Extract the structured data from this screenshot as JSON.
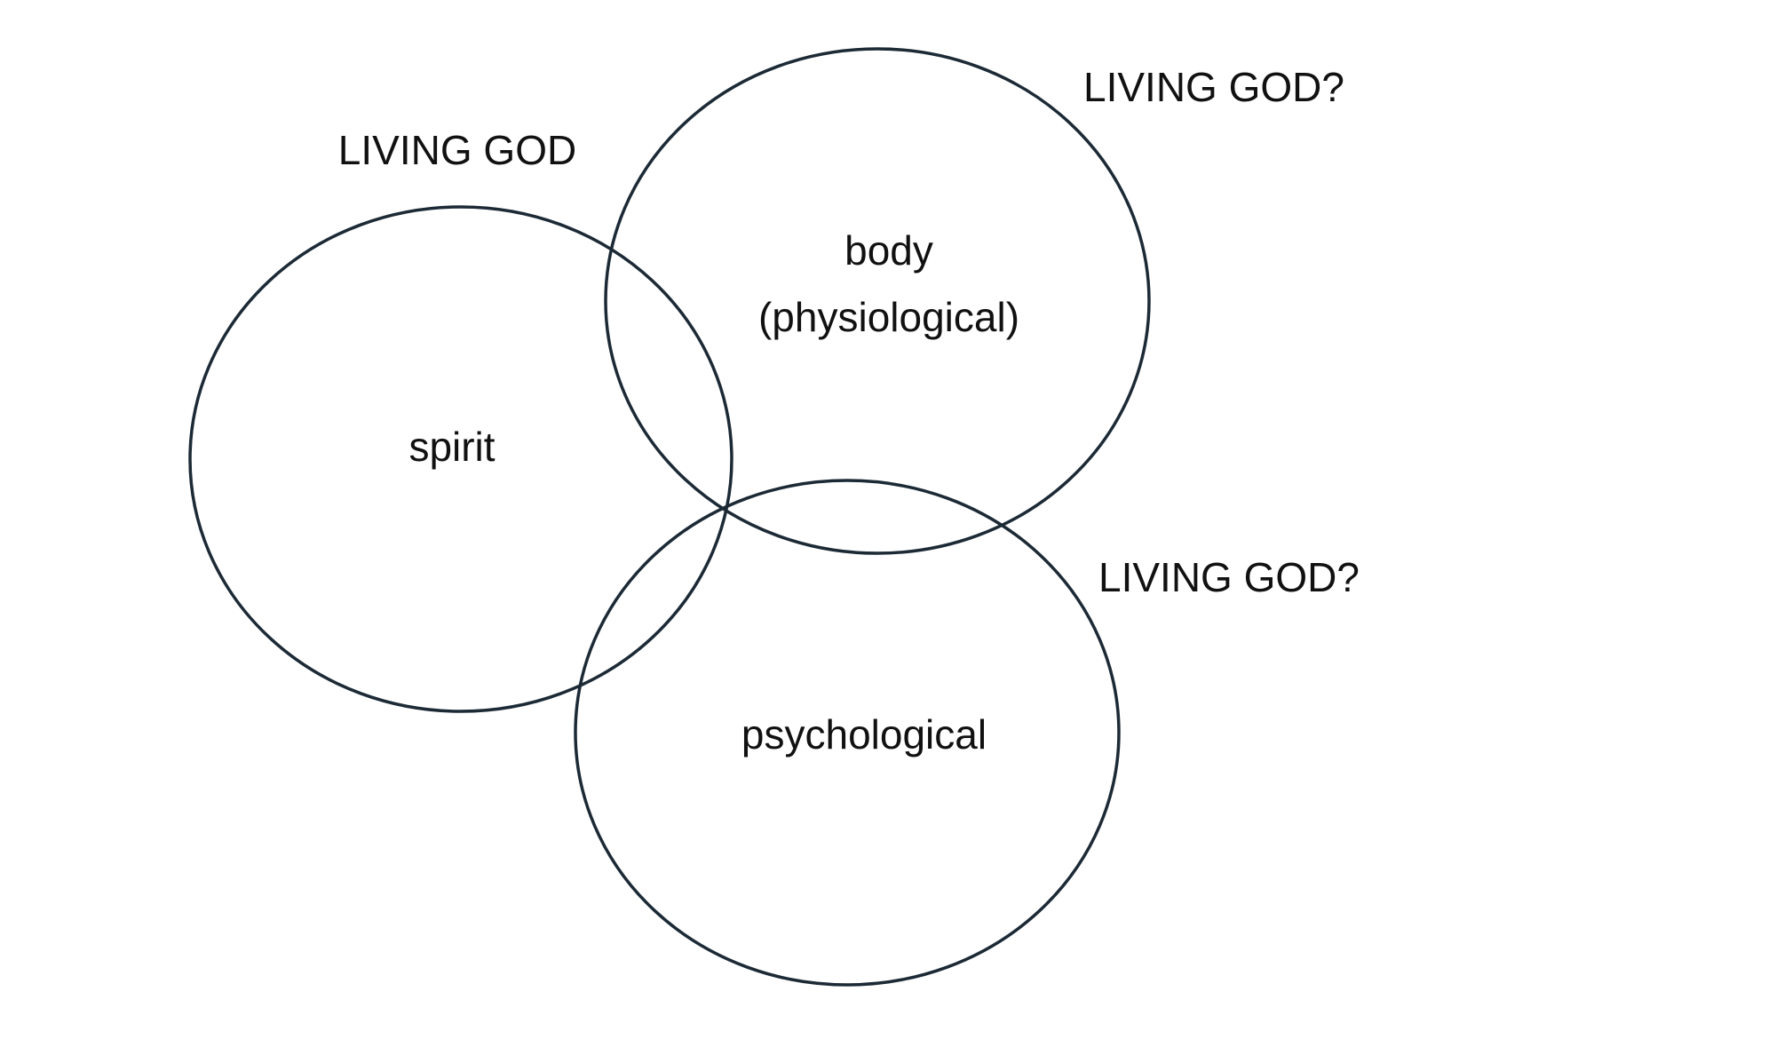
{
  "diagram": {
    "circles": [
      {
        "id": "spirit",
        "label": "spirit"
      },
      {
        "id": "body",
        "label": "body",
        "sublabel": "(physiological)"
      },
      {
        "id": "psychological",
        "label": "psychological"
      }
    ],
    "annotations": {
      "spirit": "LIVING GOD",
      "body": "LIVING GOD?",
      "psychological": "LIVING GOD?"
    },
    "stroke_color": "#1c2a36"
  }
}
